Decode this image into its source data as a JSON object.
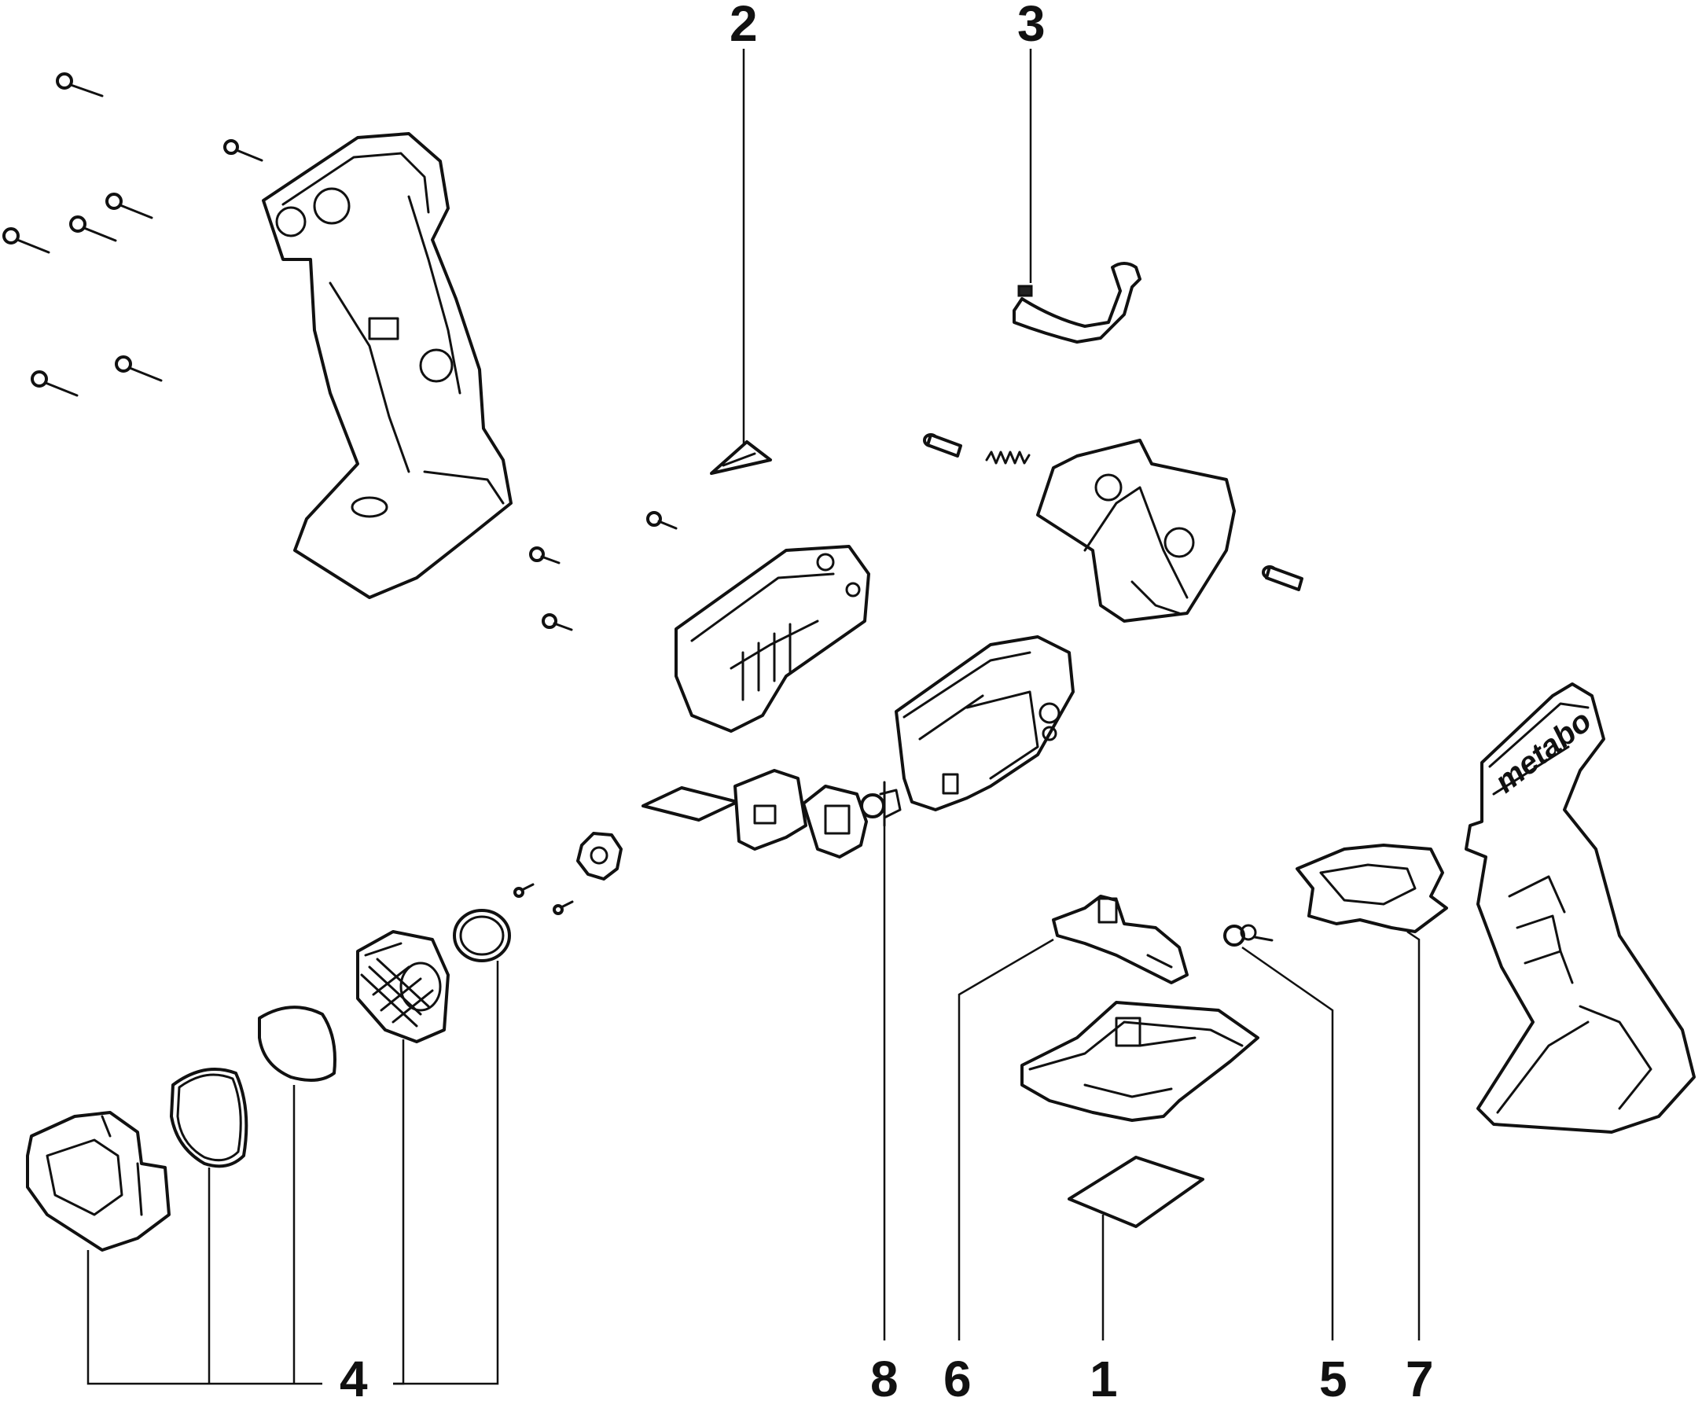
{
  "callouts": {
    "c1": "1",
    "c2": "2",
    "c3": "3",
    "c4": "4",
    "c5": "5",
    "c6": "6",
    "c7": "7",
    "c8": "8"
  },
  "brand_logo": "metabo",
  "colors": {
    "line": "#111111",
    "background": "#ffffff"
  }
}
